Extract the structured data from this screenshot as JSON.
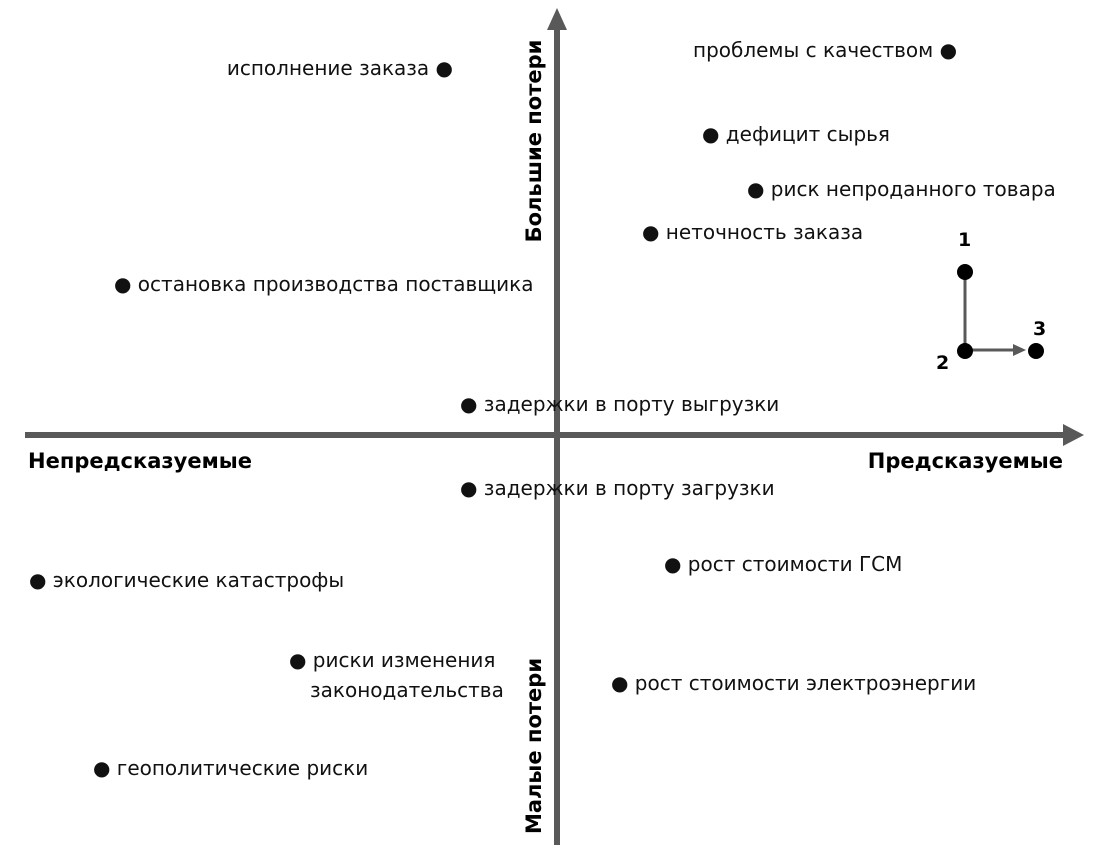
{
  "axes": {
    "x_left": "Непредсказуемые",
    "x_right": "Предсказуемые",
    "y_top": "Большие потери",
    "y_bottom": "Малые потери"
  },
  "bullet": "●",
  "items": [
    {
      "text": "исполнение заказа ●"
    },
    {
      "text": "проблемы с качеством ●"
    },
    {
      "text": "● дефицит сырья"
    },
    {
      "text": "● риск непроданного товара"
    },
    {
      "text": "● неточность заказа"
    },
    {
      "text": "● остановка производства поставщика"
    },
    {
      "text": "● задержки в порту выгрузки"
    },
    {
      "text": "● задержки в порту загрузки"
    },
    {
      "text": "● экологические катастрофы"
    },
    {
      "text": "● рост стоимости ГСМ"
    },
    {
      "text": "● риски изменения"
    },
    {
      "text": "законодательства"
    },
    {
      "text": "● рост стоимости электроэнергии"
    },
    {
      "text": "● геополитические риски"
    }
  ],
  "legend": {
    "p1": "1",
    "p2": "2",
    "p3": "3"
  },
  "colors": {
    "axis": "#595959",
    "text": "#111111"
  }
}
